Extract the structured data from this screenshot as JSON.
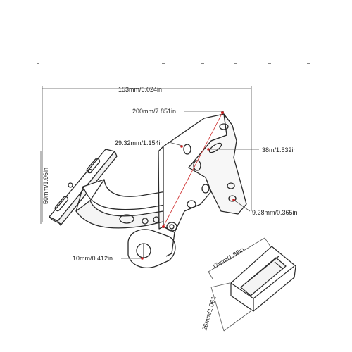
{
  "dimensions": {
    "overall_width": "153mm/6.024in",
    "arm_length": "200mm/7.851in",
    "slot_length": "29.32mm/1.154in",
    "bracket_width": "38m/1.532in",
    "height": "50mm/1.96in",
    "hole_diameter": "9.28mm/0.365in",
    "bolt_size": "10mm/0.412in",
    "clamp_length": "47mm/1.88in",
    "clamp_height": "26mm/1.061"
  },
  "colors": {
    "outline": "#2a2a2a",
    "dimension_line": "#555555",
    "marker": "#cc2222",
    "text": "#222222"
  }
}
